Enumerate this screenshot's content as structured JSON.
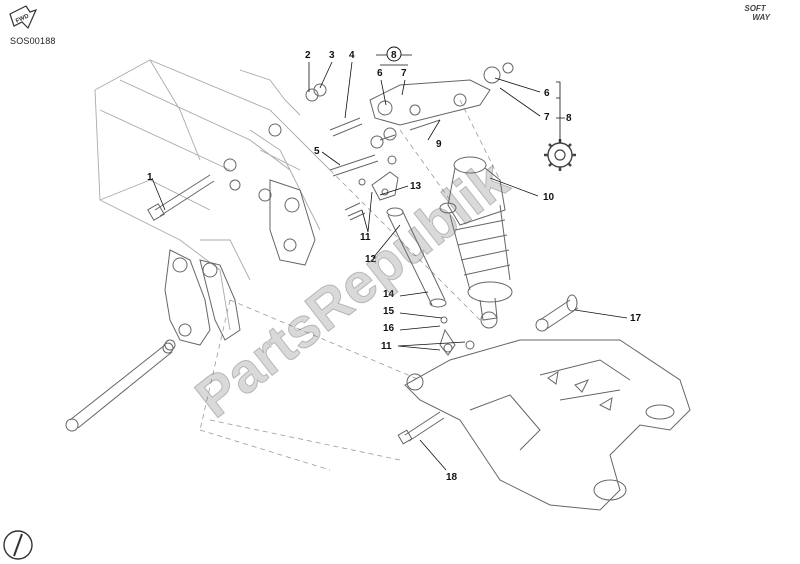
{
  "code": "SOS00188",
  "brand": [
    "SOFT",
    "WAY"
  ],
  "watermark": "PartsRepublik",
  "fwd_label": "FWD",
  "colors": {
    "line": "#666666",
    "callout": "#111111",
    "watermark": "#8a8a8a"
  },
  "callouts": {
    "c1": "1",
    "c2": "2",
    "c3": "3",
    "c4": "4",
    "c5": "5",
    "c6": "6",
    "c7": "7",
    "c8": "8",
    "c9": "9",
    "c10": "10",
    "c11": "11",
    "c12": "12",
    "c13": "13",
    "c14": "14",
    "c15": "15",
    "c16": "16",
    "c11b": "11",
    "c17": "17",
    "c18": "18",
    "c8top": "8",
    "c6top": "6",
    "c7top": "7",
    "c6r": "6",
    "c7r": "7"
  }
}
